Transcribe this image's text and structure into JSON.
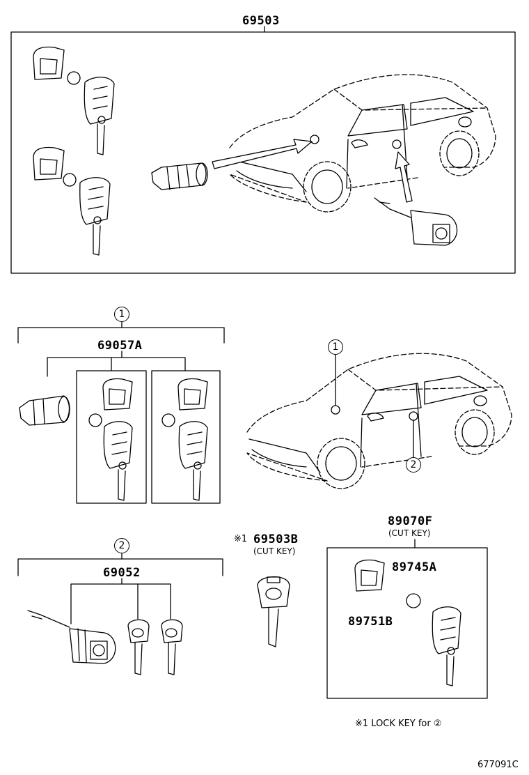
{
  "labels": {
    "assy_top": "69503",
    "cyl_set_front": "69057A",
    "cyl_set_door": "69052",
    "lock_key": "69503B",
    "cut_key_a": "(CUT KEY)",
    "transmitter": "89070F",
    "cut_key_b": "(CUT KEY)",
    "battery": "89745A",
    "housing": "89751B",
    "ref_mark": "※1",
    "footnote": "※1 LOCK KEY for ②",
    "diagram_code": "677091C"
  },
  "callouts": {
    "one": "1",
    "two": "2"
  },
  "colors": {
    "ink": "#000000",
    "paper": "#ffffff"
  }
}
